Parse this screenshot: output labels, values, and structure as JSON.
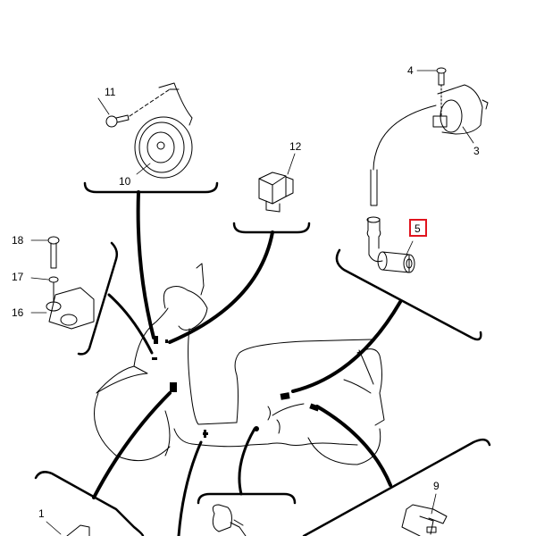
{
  "diagram": {
    "type": "exploded parts diagram",
    "highlight_color": "#e0141e",
    "line_color": "#000000",
    "callouts": [
      {
        "id": "1",
        "label": "1",
        "part": "part-1"
      },
      {
        "id": "3",
        "label": "3",
        "part": "ignition-coil"
      },
      {
        "id": "4",
        "label": "4",
        "part": "coil-screw"
      },
      {
        "id": "5",
        "label": "5",
        "part": "spark-plug-cap",
        "highlighted": true
      },
      {
        "id": "9",
        "label": "9",
        "part": "part-9"
      },
      {
        "id": "10",
        "label": "10",
        "part": "horn"
      },
      {
        "id": "11",
        "label": "11",
        "part": "horn-bolt"
      },
      {
        "id": "12",
        "label": "12",
        "part": "relay"
      },
      {
        "id": "16",
        "label": "16",
        "part": "bracket"
      },
      {
        "id": "17",
        "label": "17",
        "part": "washer"
      },
      {
        "id": "18",
        "label": "18",
        "part": "bracket-bolt"
      }
    ]
  }
}
